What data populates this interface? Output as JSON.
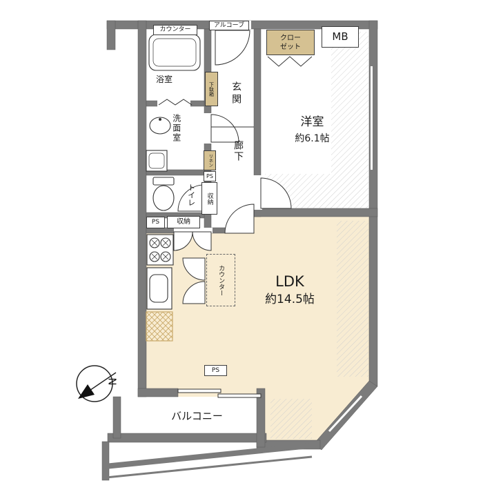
{
  "rooms": {
    "bath": {
      "label": "浴室"
    },
    "washroom": {
      "label": "洗面室"
    },
    "toilet": {
      "label": "トイレ"
    },
    "entrance": {
      "label": "玄関"
    },
    "corridor": {
      "label": "廊下"
    },
    "western": {
      "label": "洋室",
      "size": "約6.1帖"
    },
    "ldk": {
      "label": "LDK",
      "size": "約14.5帖"
    },
    "balcony": {
      "label": "バルコニー"
    }
  },
  "features": {
    "bath_counter": "カウンター",
    "alcove": "アルコーブ",
    "closet": "クローゼット",
    "meter_box": "MB",
    "shoe_cabinet": "下駄箱",
    "linen": "リネン",
    "pipe_space": "PS",
    "hall_storage": "収納",
    "kitchen_storage": "収納",
    "ldk_counter": "カウンター",
    "north_mark": "N"
  },
  "colors": {
    "wall": "#7b7b7b",
    "ldk_floor": "#f8ecd2",
    "cabinet_fill": "#d5c192",
    "outline": "#333333",
    "hatch_line": "#cccccc",
    "lattice_line": "#c9a96a"
  }
}
